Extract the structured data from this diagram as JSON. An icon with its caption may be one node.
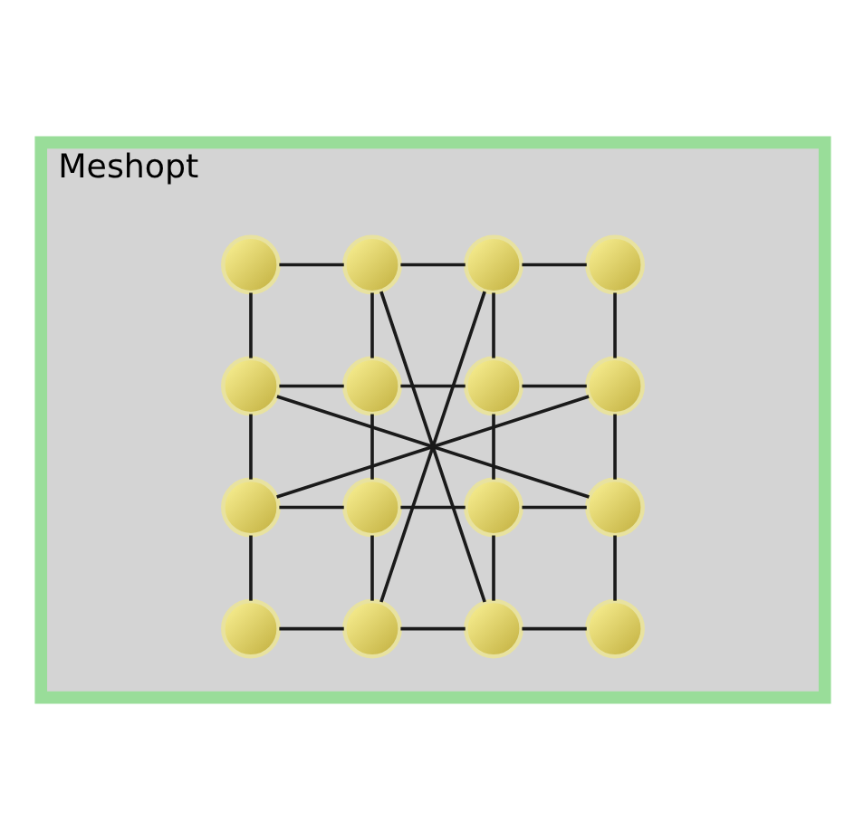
{
  "diagram": {
    "nodes": [
      {
        "text": [
          "Meshopt"
        ]
      },
      {
        "text": [],
        "shape": "circle",
        "in": 0
      },
      {
        "text": [],
        "shape": "circle",
        "in": 0
      },
      {
        "text": [],
        "shape": "circle",
        "in": 0
      },
      {
        "text": [],
        "shape": "circle",
        "in": 0
      },
      {
        "text": [],
        "shape": "circle",
        "in": 0
      },
      {
        "text": [],
        "shape": "circle",
        "in": 0
      },
      {
        "text": [],
        "shape": "circle",
        "in": 0
      },
      {
        "text": [],
        "shape": "circle",
        "in": 0
      },
      {
        "text": [],
        "shape": "circle",
        "in": 0
      },
      {
        "text": [],
        "shape": "circle",
        "in": 0
      },
      {
        "text": [],
        "shape": "circle",
        "in": 0
      },
      {
        "text": [],
        "shape": "circle",
        "in": 0
      },
      {
        "text": [],
        "shape": "circle",
        "in": 0
      },
      {
        "text": [],
        "shape": "circle",
        "in": 0
      },
      {
        "text": [],
        "shape": "circle",
        "in": 0
      },
      {
        "text": [],
        "shape": "circle",
        "in": 0
      }
    ],
    "edges": [
      {
        "from": 1,
        "to": 2,
        "arrow": "none"
      },
      {
        "from": 2,
        "to": 3,
        "arrow": "none"
      },
      {
        "from": 3,
        "to": 4,
        "arrow": "none"
      },
      {
        "from": 5,
        "to": 6,
        "arrow": "none"
      },
      {
        "from": 6,
        "to": 7,
        "arrow": "none"
      },
      {
        "from": 7,
        "to": 8,
        "arrow": "none"
      },
      {
        "from": 9,
        "to": 10,
        "arrow": "none"
      },
      {
        "from": 10,
        "to": 11,
        "arrow": "none"
      },
      {
        "from": 11,
        "to": 12,
        "arrow": "none"
      },
      {
        "from": 13,
        "to": 14,
        "arrow": "none"
      },
      {
        "from": 14,
        "to": 15,
        "arrow": "none"
      },
      {
        "from": 15,
        "to": 16,
        "arrow": "none"
      },
      {
        "from": 1,
        "to": 5,
        "arrow": "none"
      },
      {
        "from": 5,
        "to": 9,
        "arrow": "none"
      },
      {
        "from": 9,
        "to": 13,
        "arrow": "none"
      },
      {
        "from": 2,
        "to": 6,
        "arrow": "none"
      },
      {
        "from": 6,
        "to": 10,
        "arrow": "none"
      },
      {
        "from": 10,
        "to": 14,
        "arrow": "none"
      },
      {
        "from": 3,
        "to": 7,
        "arrow": "none"
      },
      {
        "from": 7,
        "to": 11,
        "arrow": "none"
      },
      {
        "from": 11,
        "to": 15,
        "arrow": "none"
      },
      {
        "from": 4,
        "to": 8,
        "arrow": "none"
      },
      {
        "from": 8,
        "to": 12,
        "arrow": "none"
      },
      {
        "from": 12,
        "to": 16,
        "arrow": "none"
      },
      {
        "from": 2,
        "to": 15,
        "arrow": "none"
      },
      {
        "from": 3,
        "to": 14,
        "arrow": "none"
      },
      {
        "from": 5,
        "to": 12,
        "arrow": "none"
      },
      {
        "from": 8,
        "to": 9,
        "arrow": "none"
      }
    ]
  }
}
